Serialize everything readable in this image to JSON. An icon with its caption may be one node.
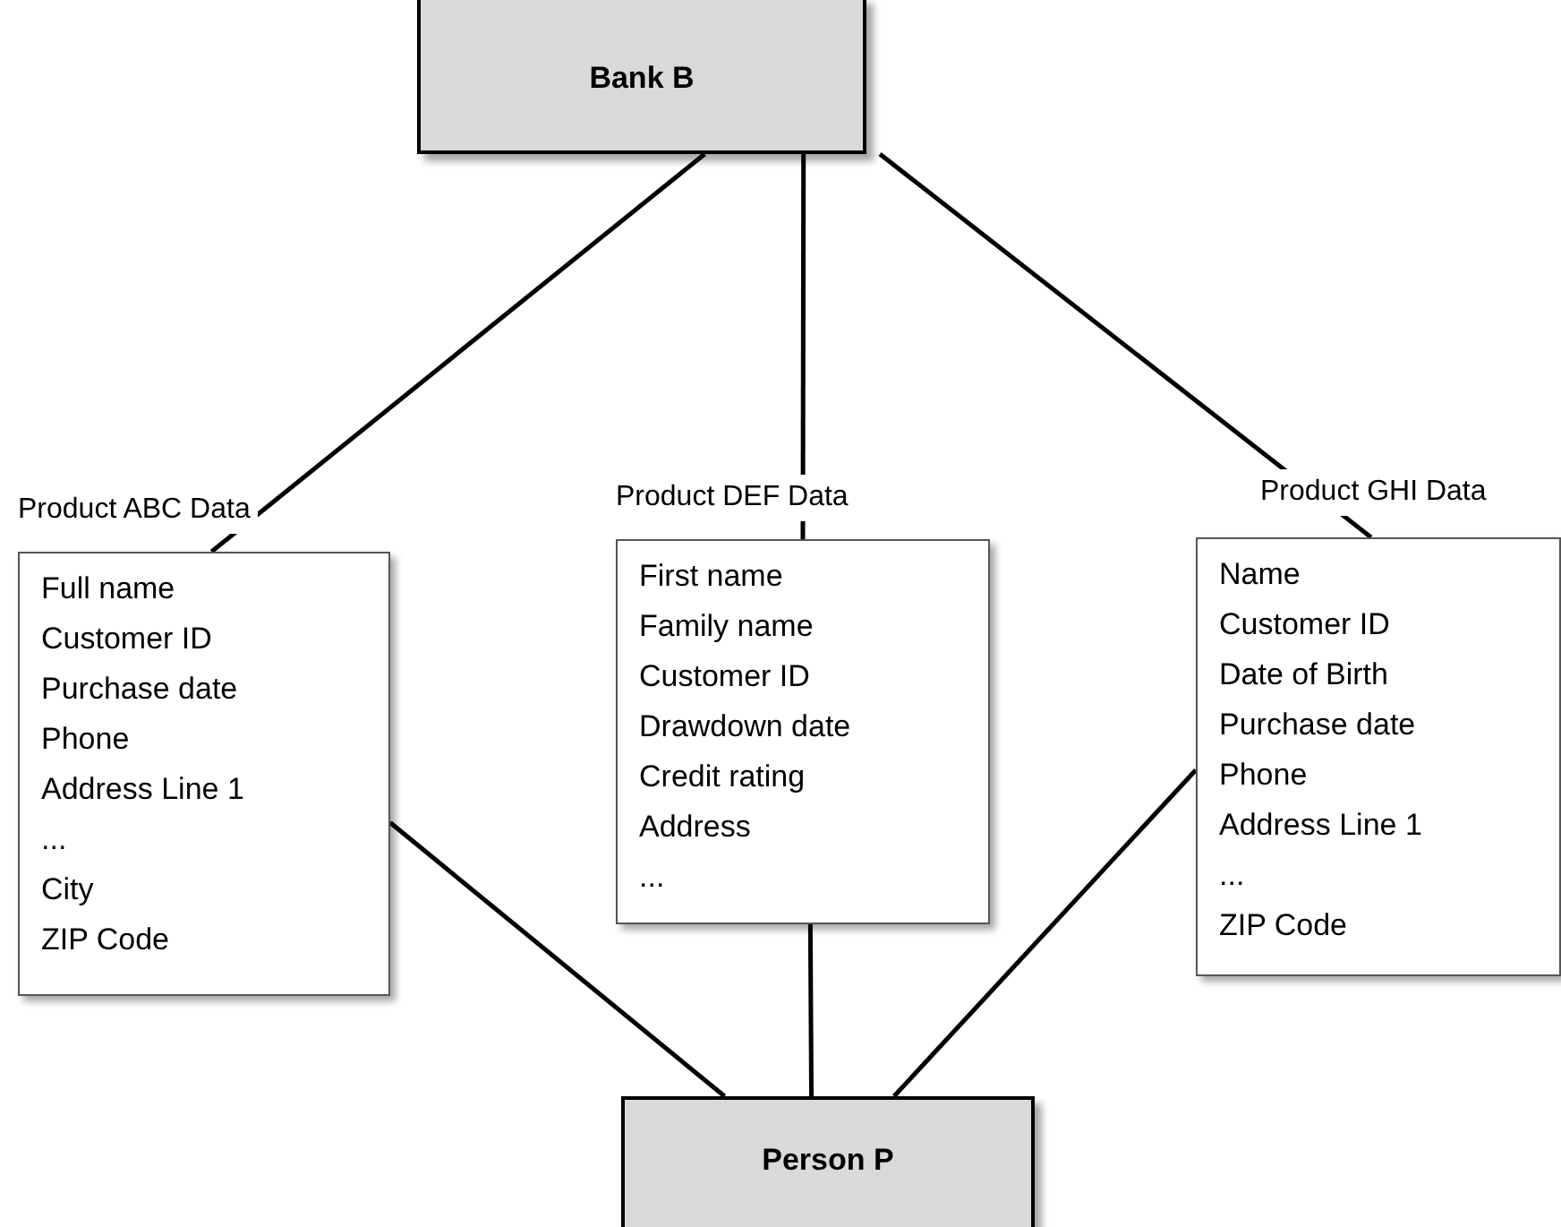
{
  "diagram": {
    "nodes": [
      {
        "text": [
          "Bank B"
        ]
      },
      {
        "text": [
          "Product ABC Data",
          "Full name",
          "Customer ID",
          "Purchase date",
          "Phone",
          "Address Line 1",
          "...",
          "City",
          "ZIP Code"
        ]
      },
      {
        "text": [
          "Product DEF Data",
          "First name",
          "Family name",
          "Customer ID",
          "Drawdown date",
          "Credit rating",
          "Address",
          "..."
        ]
      },
      {
        "text": [
          "Product GHI Data",
          "Name",
          "Customer ID",
          "Date of Birth",
          "Purchase date",
          "Phone",
          "Address Line 1",
          "...",
          "ZIP Code"
        ]
      },
      {
        "text": [
          "Person P"
        ]
      }
    ],
    "edges": [
      {
        "from": 0,
        "to": 1,
        "arrow": "none"
      },
      {
        "from": 0,
        "to": 2,
        "arrow": "none"
      },
      {
        "from": 0,
        "to": 3,
        "arrow": "none"
      },
      {
        "from": 1,
        "to": 4,
        "arrow": "none"
      },
      {
        "from": 2,
        "to": 4,
        "arrow": "none"
      },
      {
        "from": 3,
        "to": 4,
        "arrow": "none"
      }
    ]
  }
}
